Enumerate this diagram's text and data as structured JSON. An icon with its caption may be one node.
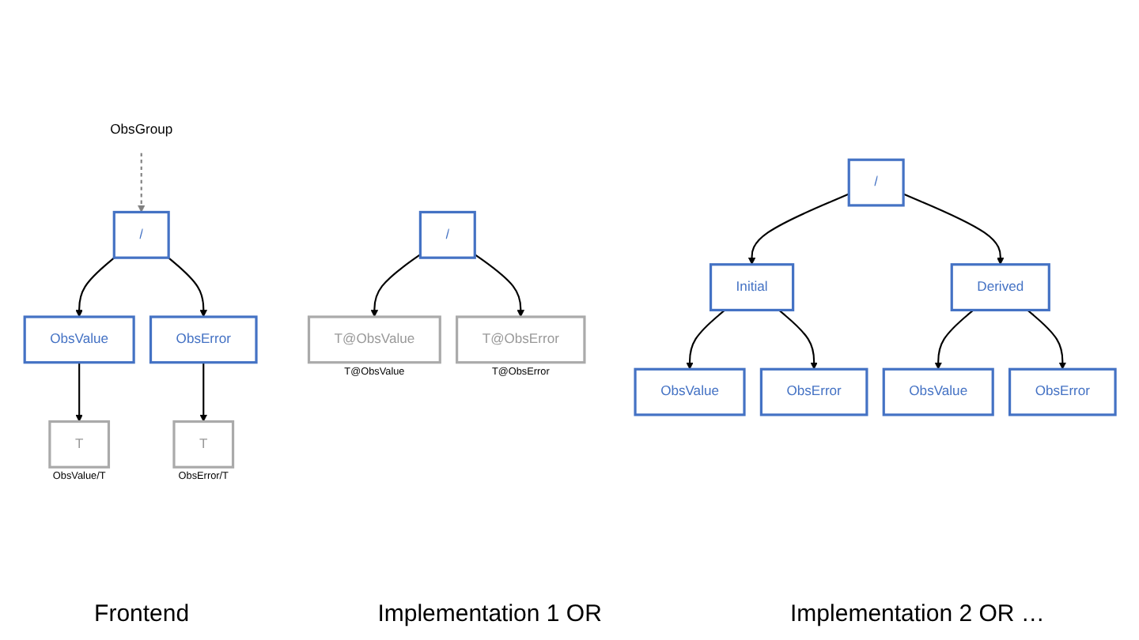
{
  "diagram": {
    "nodes": [
      {
        "text": [
          "/"
        ]
      },
      {
        "text": [
          "ObsGroup"
        ]
      },
      {
        "text": [
          "ObsValue"
        ]
      },
      {
        "text": [
          "T"
        ],
        "beside": [
          "ObsValue/T"
        ]
      },
      {
        "text": [
          "ObsError"
        ]
      },
      {
        "text": [
          "T"
        ],
        "beside": [
          "ObsError/T"
        ]
      },
      {
        "text": [
          "/"
        ]
      },
      {
        "text": [
          "T@ObsValue"
        ],
        "beside": [
          "T@ObsValue"
        ]
      },
      {
        "text": [
          "T@ObsError"
        ],
        "beside": [
          "T@ObsError"
        ]
      },
      {
        "text": [
          "/"
        ]
      },
      {
        "text": [
          "Initial"
        ]
      },
      {
        "text": [
          "ObsValue"
        ]
      },
      {
        "text": [
          "ObsError"
        ]
      },
      {
        "text": [
          "Derived"
        ]
      },
      {
        "text": [
          "ObsValue"
        ]
      },
      {
        "text": [
          "ObsError"
        ]
      }
    ],
    "edges": [
      {
        "from": 1,
        "to": 0,
        "arrow": "to",
        "style": "dashed",
        "color": "#808080"
      },
      {
        "from": 0,
        "to": 2,
        "arrow": "to"
      },
      {
        "from": 0,
        "to": 4,
        "arrow": "to"
      },
      {
        "from": 2,
        "to": 3,
        "arrow": "to"
      },
      {
        "from": 4,
        "to": 5,
        "arrow": "to"
      },
      {
        "from": 6,
        "to": 7,
        "arrow": "to"
      },
      {
        "from": 6,
        "to": 8,
        "arrow": "to"
      },
      {
        "from": 9,
        "to": 10,
        "arrow": "to"
      },
      {
        "from": 9,
        "to": 13,
        "arrow": "to"
      },
      {
        "from": 10,
        "to": 11,
        "arrow": "to"
      },
      {
        "from": 10,
        "to": 12,
        "arrow": "to"
      },
      {
        "from": 13,
        "to": 14,
        "arrow": "to"
      },
      {
        "from": 13,
        "to": 15,
        "arrow": "to"
      }
    ],
    "labels": [
      "Frontend",
      "Implementation 1 OR",
      "Implementation 2 OR …"
    ]
  }
}
